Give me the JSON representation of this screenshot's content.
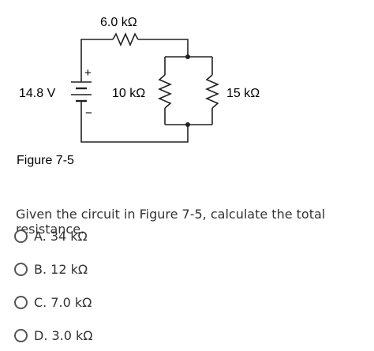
{
  "figure": {
    "resistor_top": "6.0 kΩ",
    "voltage": "14.8 V",
    "resistor_left": "10 kΩ",
    "resistor_right": "15 kΩ",
    "plus": "+",
    "minus": "−",
    "caption": "Figure 7-5"
  },
  "question": {
    "text": "Given the circuit in Figure 7-5, calculate the total resistance."
  },
  "options": [
    {
      "label": "A. 34 kΩ"
    },
    {
      "label": "B. 12 kΩ"
    },
    {
      "label": "C. 7.0 kΩ"
    },
    {
      "label": "D. 3.0 kΩ"
    }
  ]
}
